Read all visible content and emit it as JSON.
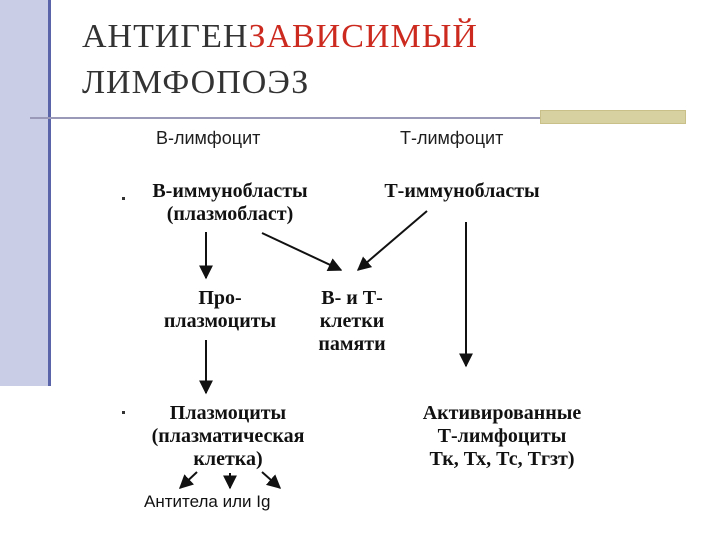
{
  "title": {
    "part1": "АНТИГЕН",
    "part2": "ЗАВИСИМЫЙ",
    "line2": "ЛИМФОПОЭЗ"
  },
  "headers": {
    "b": "В-лимфоцит",
    "t": "Т-лимфоцит"
  },
  "nodes": {
    "b_immunoblast": [
      "В-иммунобласты",
      "(плазмобласт)"
    ],
    "t_immunoblast": [
      "Т-иммунобласты"
    ],
    "proplasma": [
      "Про-",
      "плазмоциты"
    ],
    "memory": [
      "В- и Т-",
      "клетки",
      "памяти"
    ],
    "plasma": [
      "Плазмоциты",
      "(плазматическая",
      "клетка)"
    ],
    "activated_t": [
      "Активированные",
      "Т-лимфоциты",
      "Тк, Тх, Тс, Тгзт)"
    ]
  },
  "footer": "Антитела или Ig",
  "colors": {
    "accent": "#cc2a1f",
    "sidebar": "#c9cde6",
    "rule": "#9a9ab8",
    "rule_box": "#d7d1a1"
  }
}
